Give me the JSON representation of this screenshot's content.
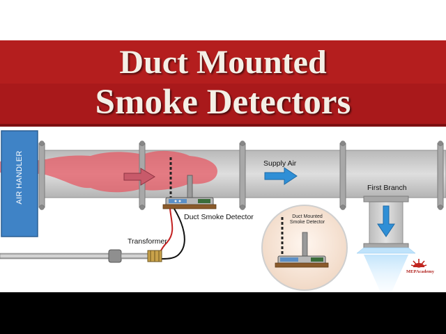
{
  "header": {
    "title_line1": "Duct Mounted",
    "title_line2": "Smoke Detectors"
  },
  "labels": {
    "air_handler": "AIR HANDLER",
    "supply_air": "Supply Air",
    "first_branch": "First Branch",
    "duct_smoke_detector": "Duct Smoke Detector",
    "transformer": "Transformer",
    "inset_line1": "Duct Mounted",
    "inset_line2": "Smoke Detector"
  },
  "logo": {
    "name": "MEPAcademy"
  },
  "colors": {
    "banner_red": "#b51d1b",
    "duct_gray": "#cfcfcf",
    "air_handler_blue": "#3f83c6",
    "smoke_red": "#e8545c",
    "arrow_blue": "#2f8fd6"
  }
}
